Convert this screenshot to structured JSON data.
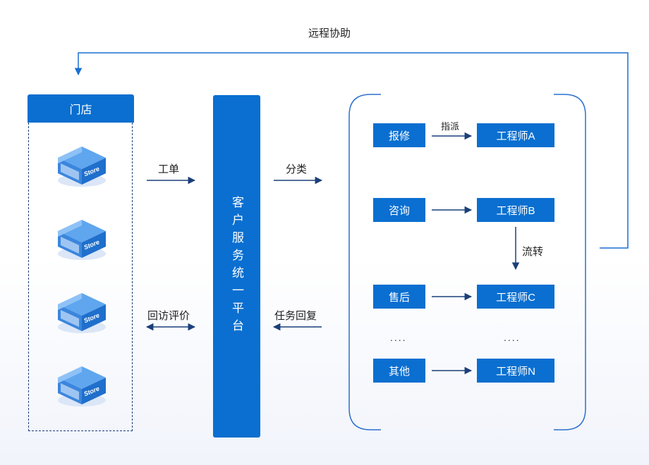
{
  "remote_assist_label": "远程协助",
  "store_header": "门店",
  "store_badge_text": "Store",
  "work_order_label": "工单",
  "review_label": "回访评价",
  "platform_label": "客户服务统一平台",
  "classify_label": "分类",
  "task_reply_label": "任务回复",
  "dispatch_label": "指派",
  "transfer_label": "流转",
  "categories": [
    "报修",
    "咨询",
    "售后",
    "其他"
  ],
  "engineers": [
    "工程师A",
    "工程师B",
    "工程师C",
    "工程师N"
  ],
  "ellipsis_left": "....",
  "ellipsis_right": "....",
  "colors": {
    "primary_blue": "#0a6fd0",
    "arrow_navy": "#1a3f7a",
    "bracket_blue": "#2b6fcf"
  }
}
